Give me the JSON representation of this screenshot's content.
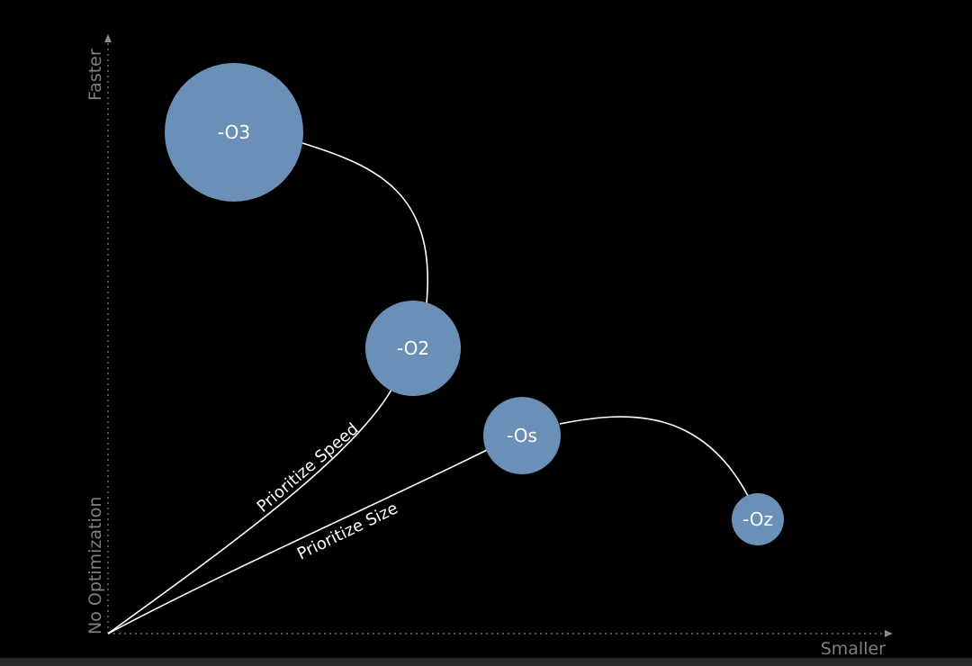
{
  "axes": {
    "y_label": "Faster",
    "x_label": "Smaller",
    "origin_label": "No Optimization"
  },
  "nodes": [
    {
      "id": "o3",
      "label": "-O3"
    },
    {
      "id": "o2",
      "label": "-O2"
    },
    {
      "id": "os",
      "label": "-Os"
    },
    {
      "id": "oz",
      "label": "-Oz"
    }
  ],
  "paths": {
    "speed_label": "Prioritize Speed",
    "size_label": "Prioritize Size"
  },
  "colors": {
    "background": "#000000",
    "bubble": "#6b90b8",
    "curve": "#ffffff",
    "axis": "#8a8a8a"
  }
}
